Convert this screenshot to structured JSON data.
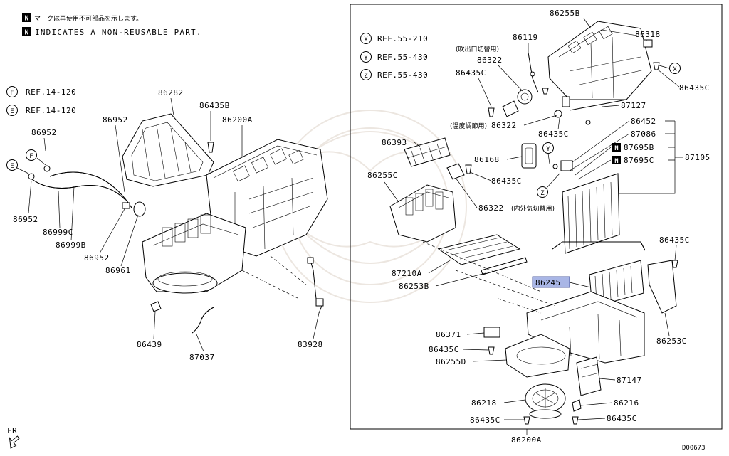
{
  "notes": {
    "line1_text": "マークは再使用不可部品を示します。",
    "line2_text": "INDICATES A NON-REUSABLE PART.",
    "badge": "N"
  },
  "refs": {
    "x": {
      "letter": "X",
      "text": "REF.55-210"
    },
    "y": {
      "letter": "Y",
      "text": "REF.55-430"
    },
    "z": {
      "letter": "Z",
      "text": "REF.55-430"
    },
    "f": {
      "letter": "F",
      "text": "REF.14-120"
    },
    "e": {
      "letter": "E",
      "text": "REF.14-120"
    }
  },
  "left_labels": {
    "p86282": "86282",
    "p86435B": "86435B",
    "p86200A": "86200A",
    "p86952a": "86952",
    "p86952b": "86952",
    "p86952c": "86952",
    "p86952d": "86952",
    "p86999C": "86999C",
    "p86999B": "86999B",
    "p86961": "86961",
    "p86439": "86439",
    "p87037": "87037",
    "p83928": "83928"
  },
  "right_labels": {
    "p86255B": "86255B",
    "p86318": "86318",
    "p86119": "86119",
    "p86322a": "86322",
    "p86435Ca": "86435C",
    "p86435Cb": "86435C",
    "p87127": "87127",
    "p86322b": "86322",
    "p86435Cc": "86435C",
    "p86452": "86452",
    "p87086": "87086",
    "p87695B": "87695B",
    "p87695C": "87695C",
    "p87105": "87105",
    "p86393": "86393",
    "p86168": "86168",
    "p86435Cd": "86435C",
    "p86255C": "86255C",
    "p86322c": "86322",
    "p87210A": "87210A",
    "p86253B": "86253B",
    "p86245": "86245",
    "p86435Ce": "86435C",
    "p86253C": "86253C",
    "p86371": "86371",
    "p86435Cf": "86435C",
    "p86255D": "86255D",
    "p87147": "87147",
    "p86218": "86218",
    "p86216": "86216",
    "p86435Cg": "86435C",
    "p86435Ch": "86435C",
    "p86200A": "86200A"
  },
  "jp_notes": {
    "outlet": "(吹出口切替用)",
    "temp": "(温度調節用)",
    "air": "(内外気切替用)"
  },
  "direction": {
    "text": "FR"
  },
  "diagram_code": "D00673",
  "colors": {
    "highlight": "#a9b6e6",
    "line": "#000000"
  }
}
